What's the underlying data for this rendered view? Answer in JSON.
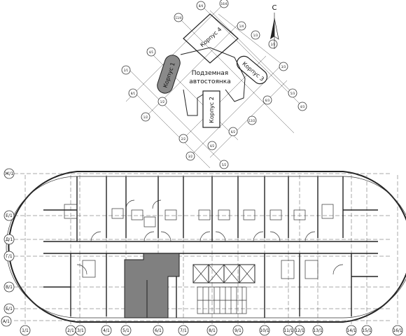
{
  "site_plan": {
    "north_label": "С",
    "garage_label_line1": "Подземная",
    "garage_label_line2": "автостоянка",
    "buildings": [
      "Корпус 1",
      "Корпус 2",
      "Корпус 3",
      "Корпус 4"
    ],
    "diag_axes_a": [
      "1/4",
      "1/3",
      "2/3",
      "3/3",
      "4/3",
      "5/3",
      "6/3"
    ],
    "diag_axes_b": [
      "1/2",
      "2/2",
      "3/2",
      "4/2",
      "5/2",
      "6/2",
      "7/2"
    ],
    "diag_axes_c": [
      "8/4",
      "11/4",
      "16/4"
    ],
    "diag_axes_d": [
      "4/1",
      "2/1",
      "8/1",
      "1/2",
      "13/2"
    ]
  },
  "floor_plan": {
    "row_axes": [
      "Ж/1",
      "Е/1",
      "Д/1",
      "Г/1",
      "В/1",
      "Б/1",
      "А/1"
    ],
    "col_axes": [
      "1/1",
      "2/1",
      "3/1",
      "4/1",
      "5/1",
      "6/1",
      "7/1",
      "8/1",
      "9/1",
      "10/1",
      "11/1",
      "12/1",
      "13/1",
      "14/1",
      "15/1",
      "16/1"
    ],
    "highlight_color": "#808080",
    "line_color": "#222222"
  }
}
